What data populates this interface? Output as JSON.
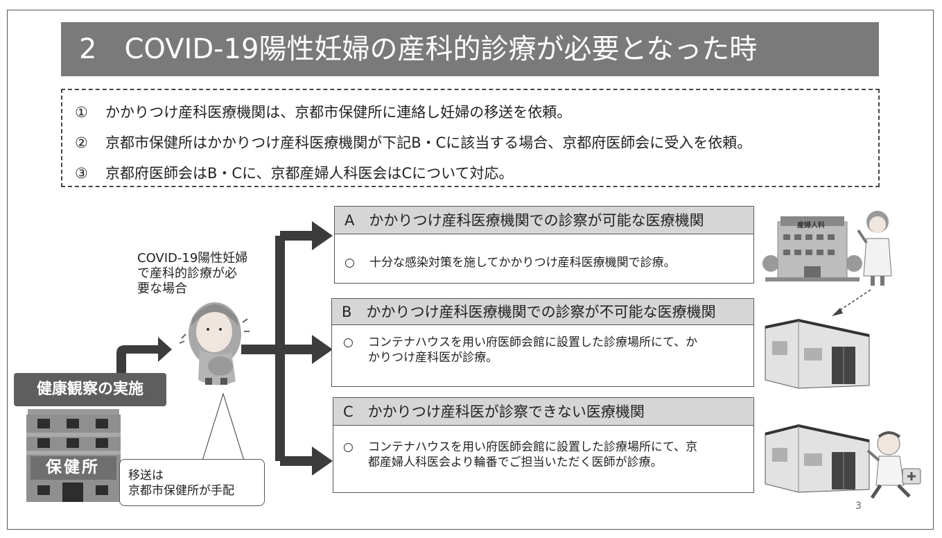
{
  "title": "2　COVID-19陽性妊婦の産科的診療が必要となった時",
  "steps": [
    {
      "num": "①",
      "text": "かかりつけ産科医療機関は、京都市保健所に連絡し妊婦の移送を依頼。"
    },
    {
      "num": "②",
      "text": "京都市保健所はかかりつけ産科医療機関が下記B・Cに該当する場合、京都府医師会に受入を依頼。"
    },
    {
      "num": "③",
      "text": "京都府医師会はB・Cに、京都産婦人科医会はCについて対応。"
    }
  ],
  "case_label": {
    "line1": "COVID-19陽性妊婦",
    "line2": "で産科的診療が必",
    "line3": "要な場合"
  },
  "health_observation": "健康観察の実施",
  "health_center_label": "保健所",
  "transport_callout": {
    "line1": "移送は",
    "line2": "京都市保健所が手配"
  },
  "boxes": {
    "a": {
      "header": "A　かかりつけ産科医療機関での診察が可能な医療機関",
      "bullet": "○",
      "line1": "十分な感染対策を施してかかりつけ産科医療機関で診療。"
    },
    "b": {
      "header": "B　かかりつけ産科医療機関での診察が不可能な医療機関",
      "bullet": "○",
      "line1": "コンテナハウスを用い府医師会館に設置した診療場所にて、か",
      "line2": "かりつけ産科医が診療。"
    },
    "c": {
      "header": "C　かかりつけ産科医が診察できない医療機関",
      "bullet": "○",
      "line1": "コンテナハウスを用い府医師会館に設置した診療場所にて、京",
      "line2": "都産婦人科医会より輪番でご担当いただく医師が診療。"
    }
  },
  "hospital_sign": "産婦人科",
  "page_number": "3",
  "colors": {
    "title_bg": "#7a7a7a",
    "header_bg": "#d6d6d6",
    "arrow": "#3c3c3c",
    "badge_bg": "#5e5e5e"
  }
}
